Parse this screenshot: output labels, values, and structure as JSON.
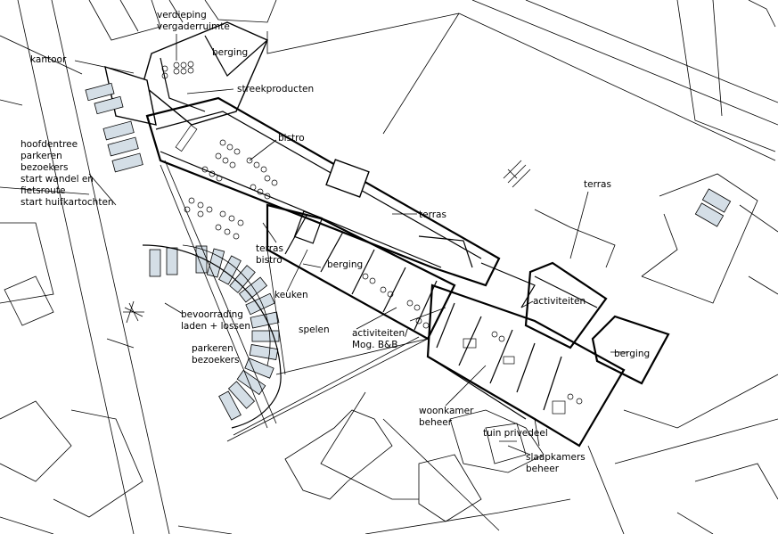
{
  "colors": {
    "line": "#000000",
    "parking_fill": "#d4dee6",
    "background": "#ffffff"
  },
  "labels": {
    "verdieping": "verdieping",
    "vergaderruimte": "vergaderruimte",
    "berging_top": "berging",
    "kantoor": "kantoor",
    "streekproducten": "streekproducten",
    "hoofdentree": "hoofdentree",
    "parkeren_1": "parkeren",
    "bezoekers_1": "bezoekers",
    "start_wandel": "start wandel en",
    "fietsroute": "fietsroute",
    "start_huifkar": "start huifkartochten",
    "bistro": "bistro",
    "terras_mid": "terras",
    "terras_right": "terras",
    "terras_bistro_1": "terras",
    "terras_bistro_2": "bistro",
    "berging_mid": "berging",
    "keuken": "keuken",
    "activiteiten_right": "activiteiten",
    "bevoorrading": "bevoorrading",
    "laden_lossen": "laden + lossen",
    "spelen": "spelen",
    "activiteiten_mog": "activiteiten/",
    "mog_bb": "Mog. B&B",
    "berging_right": "berging",
    "parkeren_2": "parkeren",
    "bezoekers_2": "bezoekers",
    "woonkamer": "woonkamer",
    "beheer_1": "beheer",
    "tuin_privedeel": "tuin privedeel",
    "slaapkamers": "slaapkamers",
    "beheer_2": "beheer"
  }
}
